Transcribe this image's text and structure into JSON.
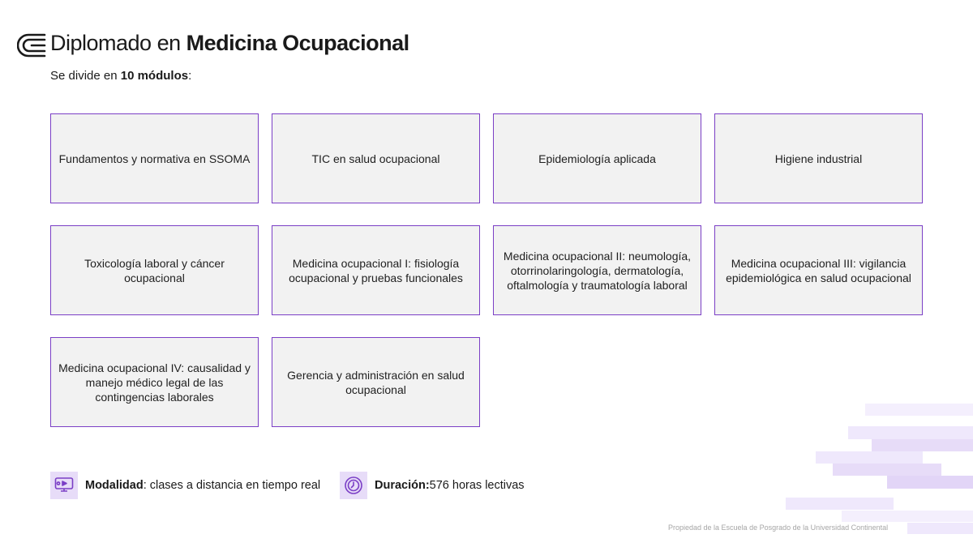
{
  "header": {
    "title_regular": "Diplomado en ",
    "title_bold": "Medicina Ocupacional",
    "subtitle_prefix": "Se divide en ",
    "subtitle_bold": "10 módulos",
    "subtitle_suffix": ":"
  },
  "modules": [
    "Fundamentos y normativa en SSOMA",
    "TIC en salud ocupacional",
    "Epidemiología aplicada",
    "Higiene industrial",
    "Toxicología laboral y cáncer ocupacional",
    "Medicina ocupacional I: fisiología ocupacional y pruebas funcionales",
    "Medicina ocupacional II: neumología, otorrinolaringología, dermatología, oftalmología y traumatología laboral",
    "Medicina ocupacional III: vigilancia epidemiológica en salud ocupacional",
    "Medicina ocupacional IV: causalidad y manejo médico legal de las contingencias laborales",
    "Gerencia y administración en salud ocupacional"
  ],
  "footer": {
    "modalidad_label": "Modalidad",
    "modalidad_value": ": clases a distancia en tiempo real",
    "duracion_label": "Duración:",
    "duracion_value": " 576 horas lectivas",
    "copyright": "Propiedad de la Escuela de Posgrado de la Universidad Continental"
  },
  "icons": {
    "logo": "continental-logo-icon",
    "modalidad": "video-screen-icon",
    "duracion": "clock-icon"
  },
  "colors": {
    "accent": "#7b3fc6",
    "module_bg": "#f2f2f2",
    "icon_bg": "#e7dcf8",
    "decoration": "#efe8fc"
  }
}
